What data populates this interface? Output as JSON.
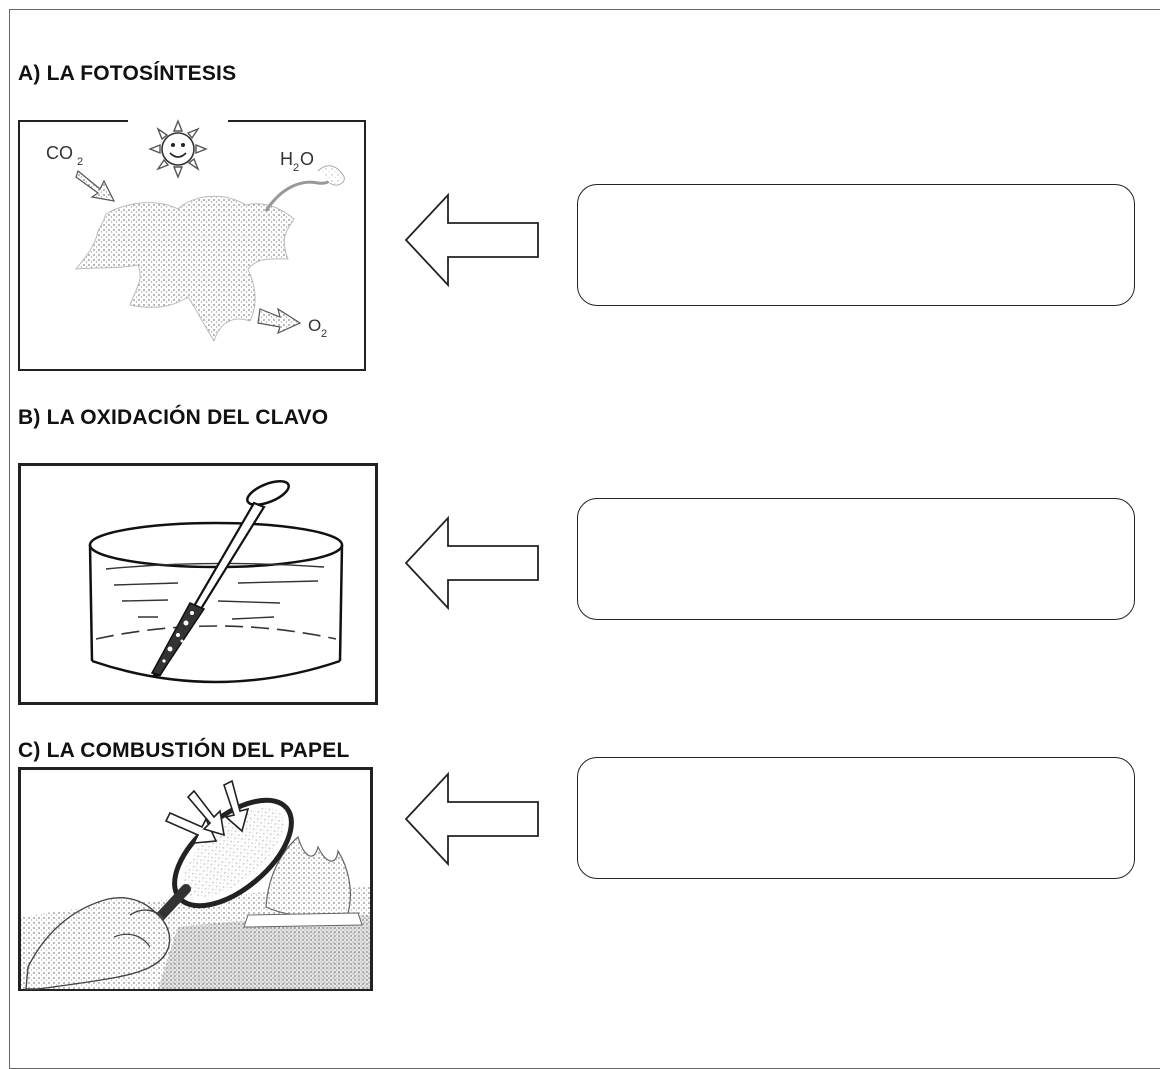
{
  "sections": [
    {
      "title": "A) LA FOTOSÍNTESIS",
      "image_labels": {
        "co2": "CO",
        "co2_sub": "2",
        "h2o_h": "H",
        "h2o_sub": "2",
        "h2o_o": "O",
        "o2": "O",
        "o2_sub": "2"
      },
      "answer": ""
    },
    {
      "title": "B) LA OXIDACIÓN DEL CLAVO",
      "answer": ""
    },
    {
      "title": "C) LA COMBUSTIÓN DEL PAPEL",
      "answer": ""
    }
  ],
  "icons": {
    "sun": "sun-icon",
    "arrow": "left-arrow-icon"
  },
  "colors": {
    "ink": "#111111",
    "stipple": "#9a9a9a"
  }
}
